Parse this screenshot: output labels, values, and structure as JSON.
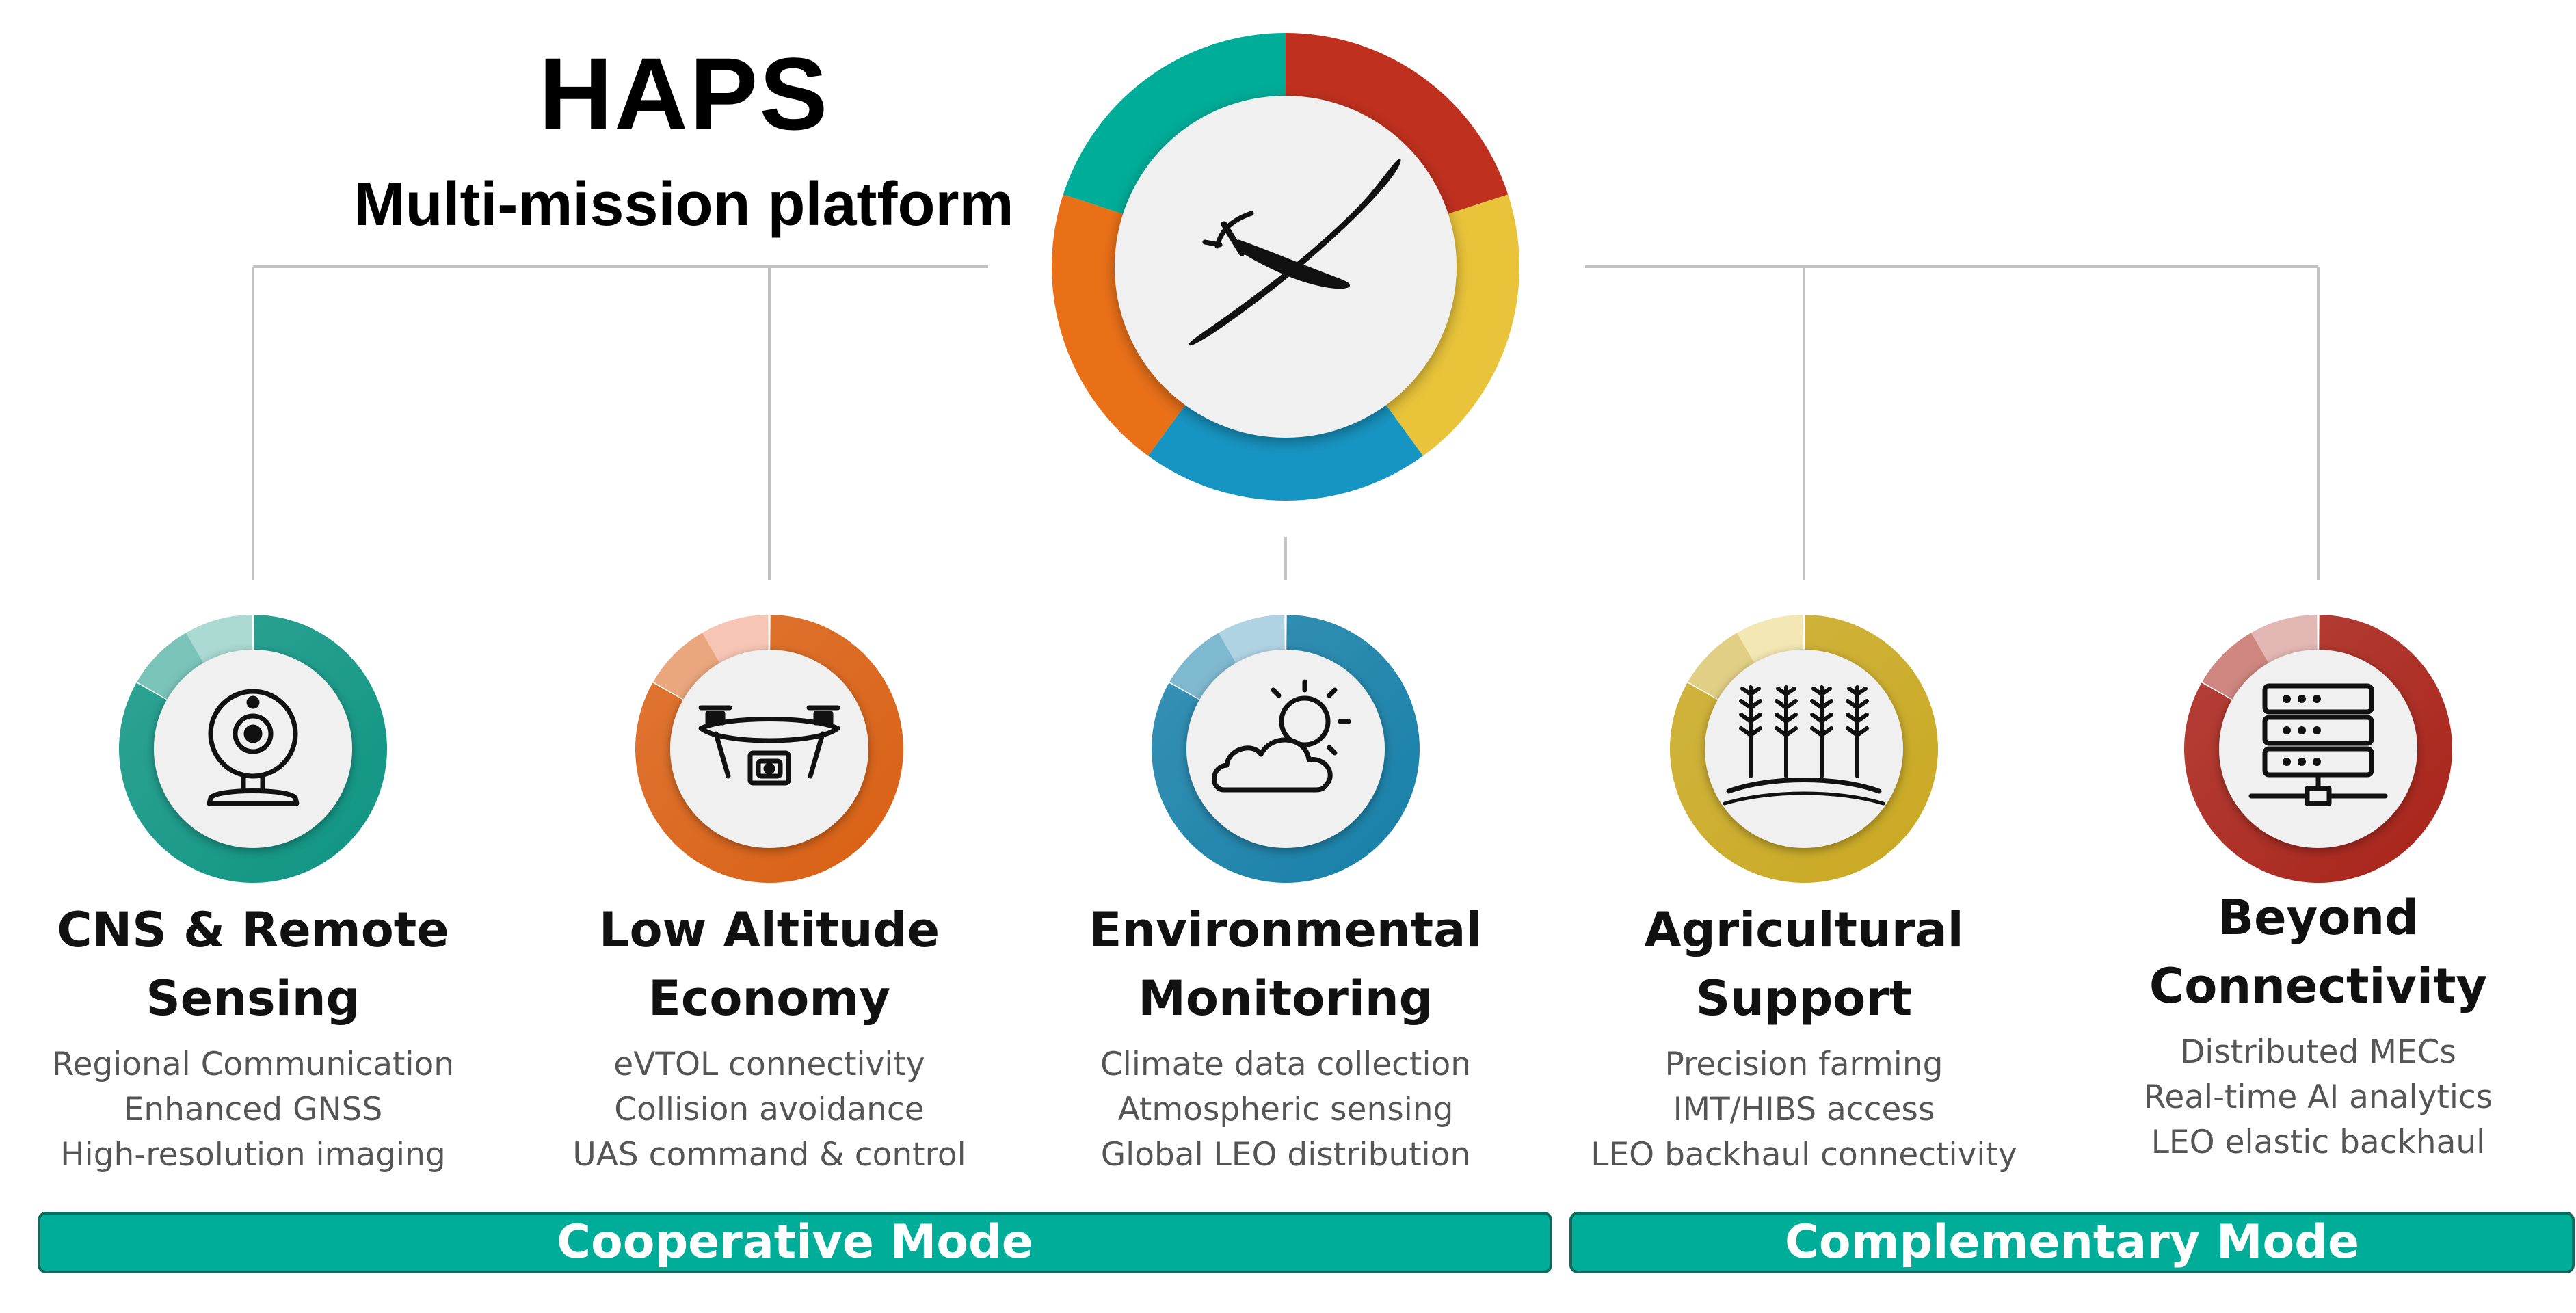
{
  "header": {
    "title": "HAPS",
    "subtitle": "Multi-mission platform"
  },
  "hub": {
    "icon": "glider-aircraft-icon",
    "segment_colors": [
      "#c0301e",
      "#e9c43a",
      "#1795c2",
      "#ea7018",
      "#00ad98"
    ]
  },
  "missions": [
    {
      "title_lines": [
        "CNS & Remote",
        "Sensing"
      ],
      "lines": [
        "Regional Communication",
        "Enhanced GNSS",
        "High-resolution imaging"
      ],
      "icon": "webcam-icon",
      "color": "#0d9482",
      "light_color": "#aadad2"
    },
    {
      "title_lines": [
        "Low Altitude",
        "Economy"
      ],
      "lines": [
        "eVTOL connectivity",
        "Collision avoidance",
        "UAS command & control"
      ],
      "icon": "drone-camera-icon",
      "color": "#d95f12",
      "light_color": "#f7c5b4"
    },
    {
      "title_lines": [
        "Environmental",
        "Monitoring"
      ],
      "lines": [
        "Climate data collection",
        "Atmospheric sensing",
        "Global LEO distribution"
      ],
      "icon": "sun-cloud-icon",
      "color": "#167fa8",
      "light_color": "#b0d3e4"
    },
    {
      "title_lines": [
        "Agricultural",
        "Support"
      ],
      "lines": [
        "Precision farming",
        "IMT/HIBS access",
        "LEO backhaul connectivity"
      ],
      "icon": "wheat-field-icon",
      "color": "#c9a820",
      "light_color": "#f3e7b3"
    },
    {
      "title_lines": [
        "Beyond",
        "Connectivity"
      ],
      "lines": [
        "Distributed MECs",
        "Real-time AI analytics",
        "LEO elastic backhaul"
      ],
      "icon": "server-rack-icon",
      "color": "#a82218",
      "light_color": "#e3b7b3"
    }
  ],
  "modes": {
    "cooperative": "Cooperative Mode",
    "complementary": "Complementary Mode",
    "color": "#00ad98"
  }
}
